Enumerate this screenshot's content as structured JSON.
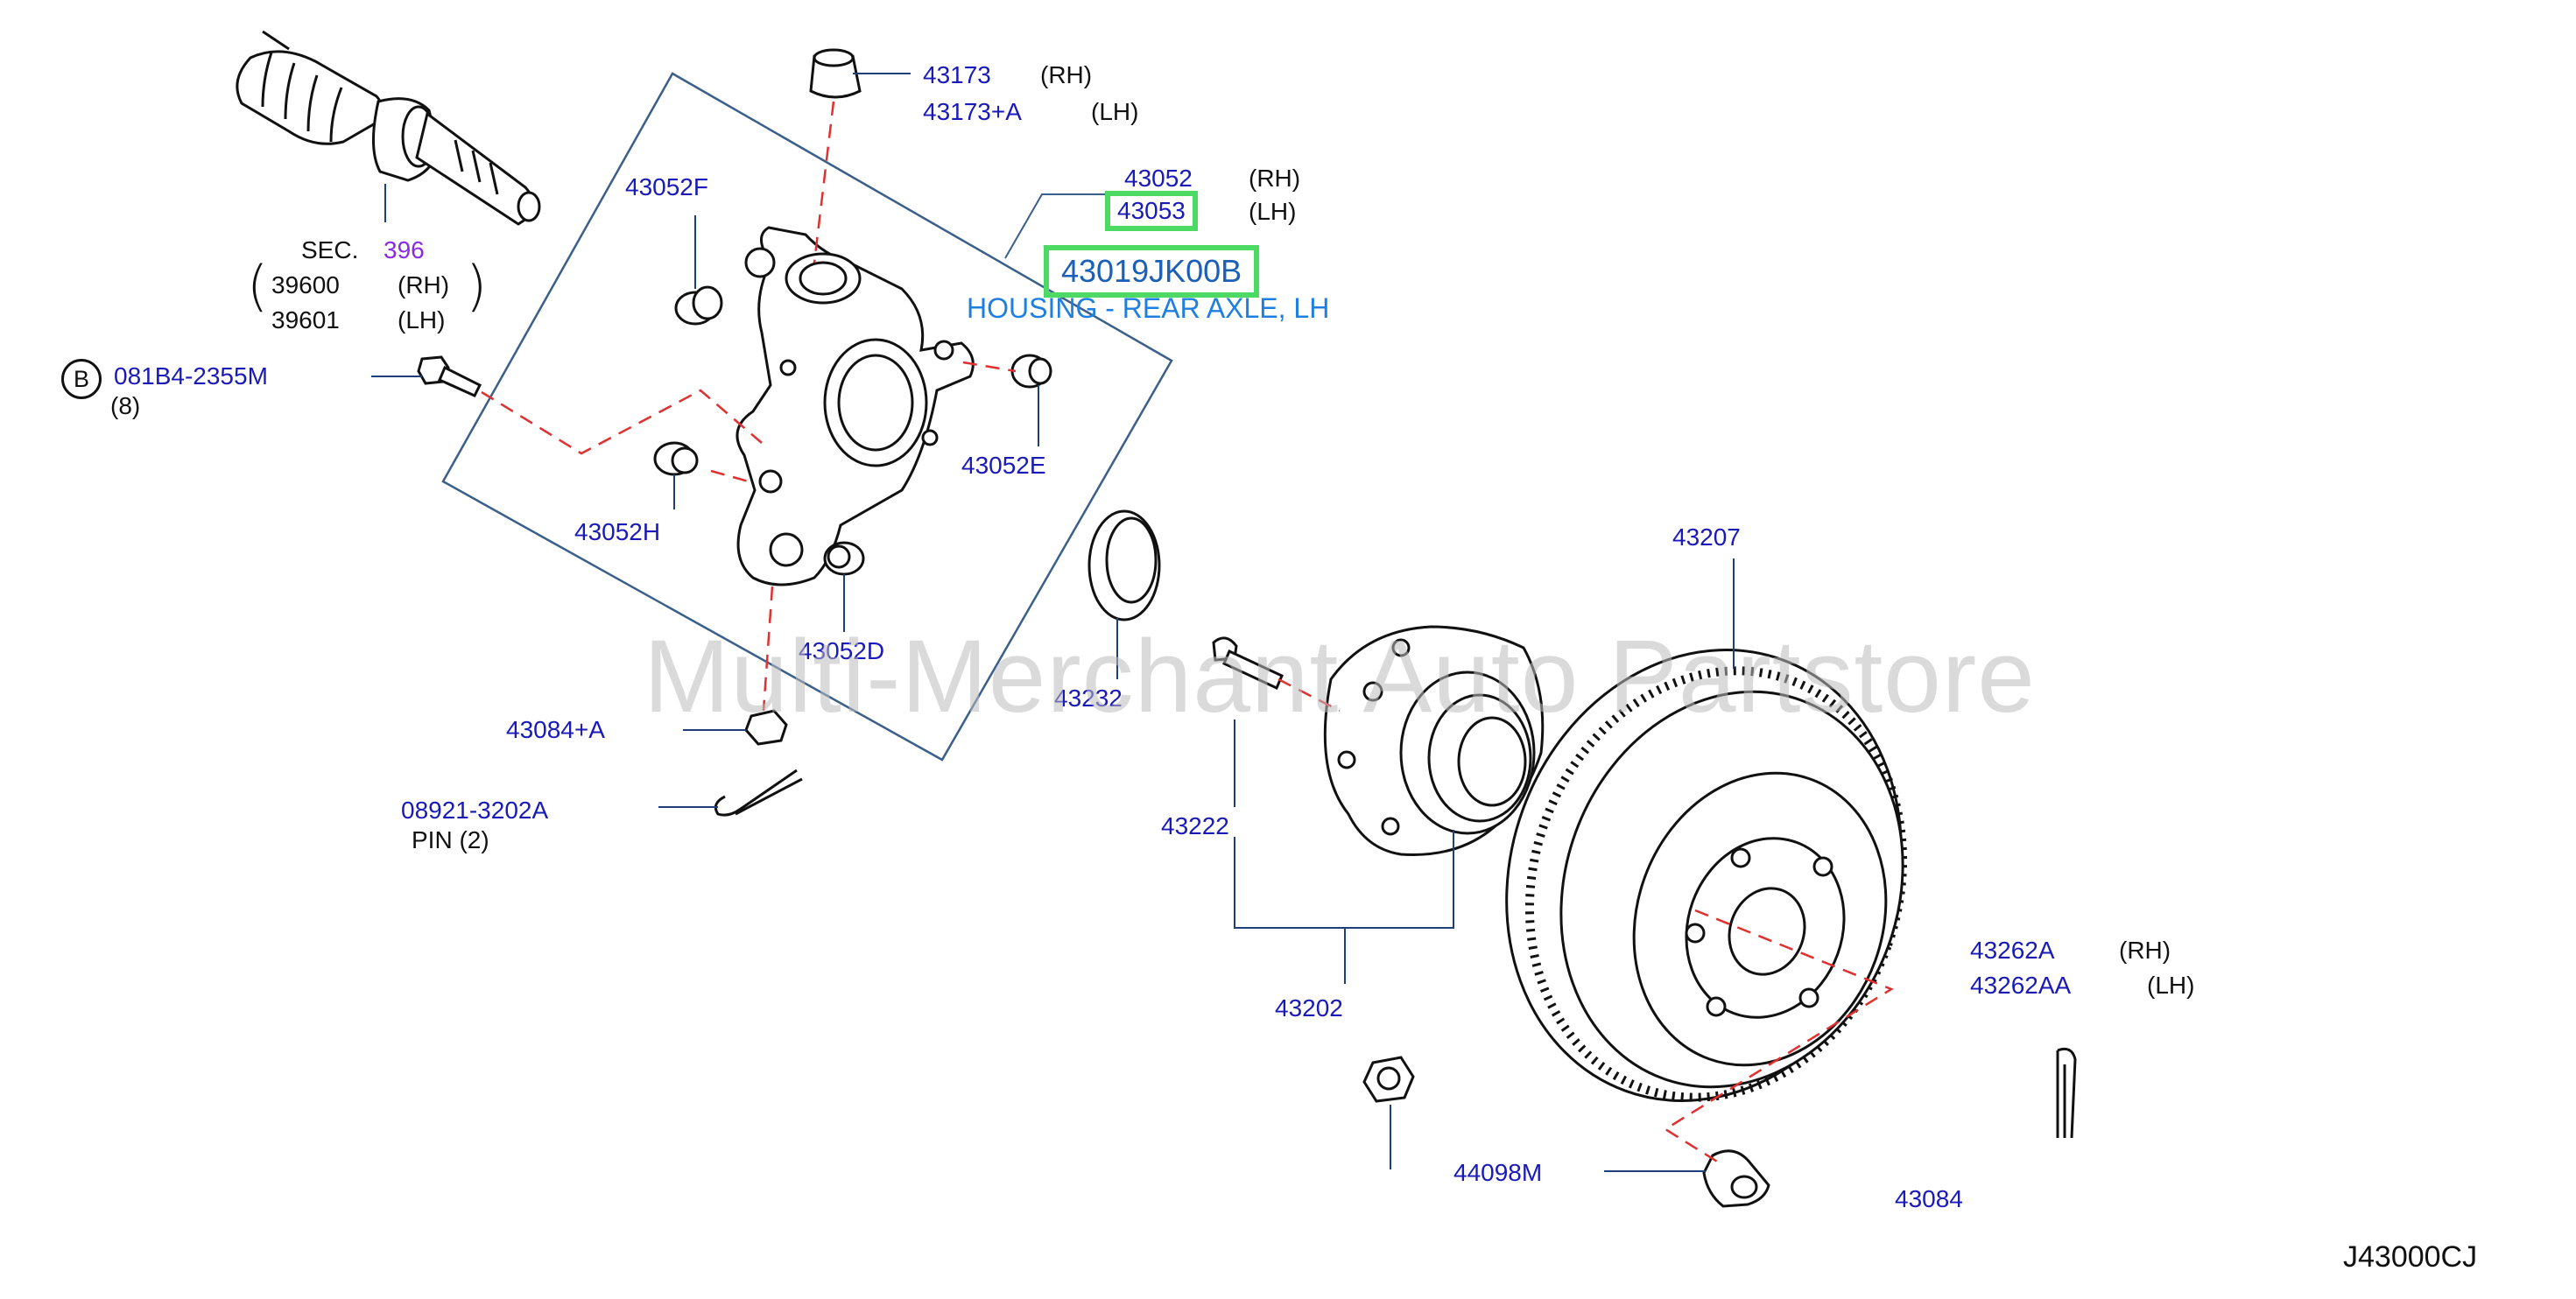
{
  "diagram": {
    "highlight": {
      "part_number": "43019JK00B",
      "description": "HOUSING - REAR AXLE, LH"
    },
    "callouts": {
      "c43173": "43173",
      "c43173a": "43173+A",
      "c43052": "43052",
      "c43053": "43053",
      "c43052f": "43052F",
      "sec": "SEC.",
      "sec396": "396",
      "c39600": "39600",
      "c39601": "39601",
      "bolt_marker": "B",
      "bolt": "081B4-2355M",
      "bolt_qty": "(8)",
      "c43052e": "43052E",
      "c43052h": "43052H",
      "c43052d": "43052D",
      "c43232": "43232",
      "c43207": "43207",
      "c43084a": "43084+A",
      "pin_num": "08921-3202A",
      "pin_label": "PIN  (2)",
      "c43222": "43222",
      "c43202": "43202",
      "c43262a": "43262A",
      "c43262aa": "43262AA",
      "c44098m": "44098M",
      "c43084": "43084"
    },
    "side": {
      "rh": "(RH)",
      "lh": "(LH)"
    },
    "watermark": "Multi-Merchant Auto Partstore",
    "diagram_code": "J43000CJ"
  },
  "colors": {
    "label": "#1a1ab8",
    "highlight_border": "#4cd964",
    "description": "#1e7fe0",
    "leader_dashed": "#e03030",
    "frame": "#3a5f8a"
  }
}
